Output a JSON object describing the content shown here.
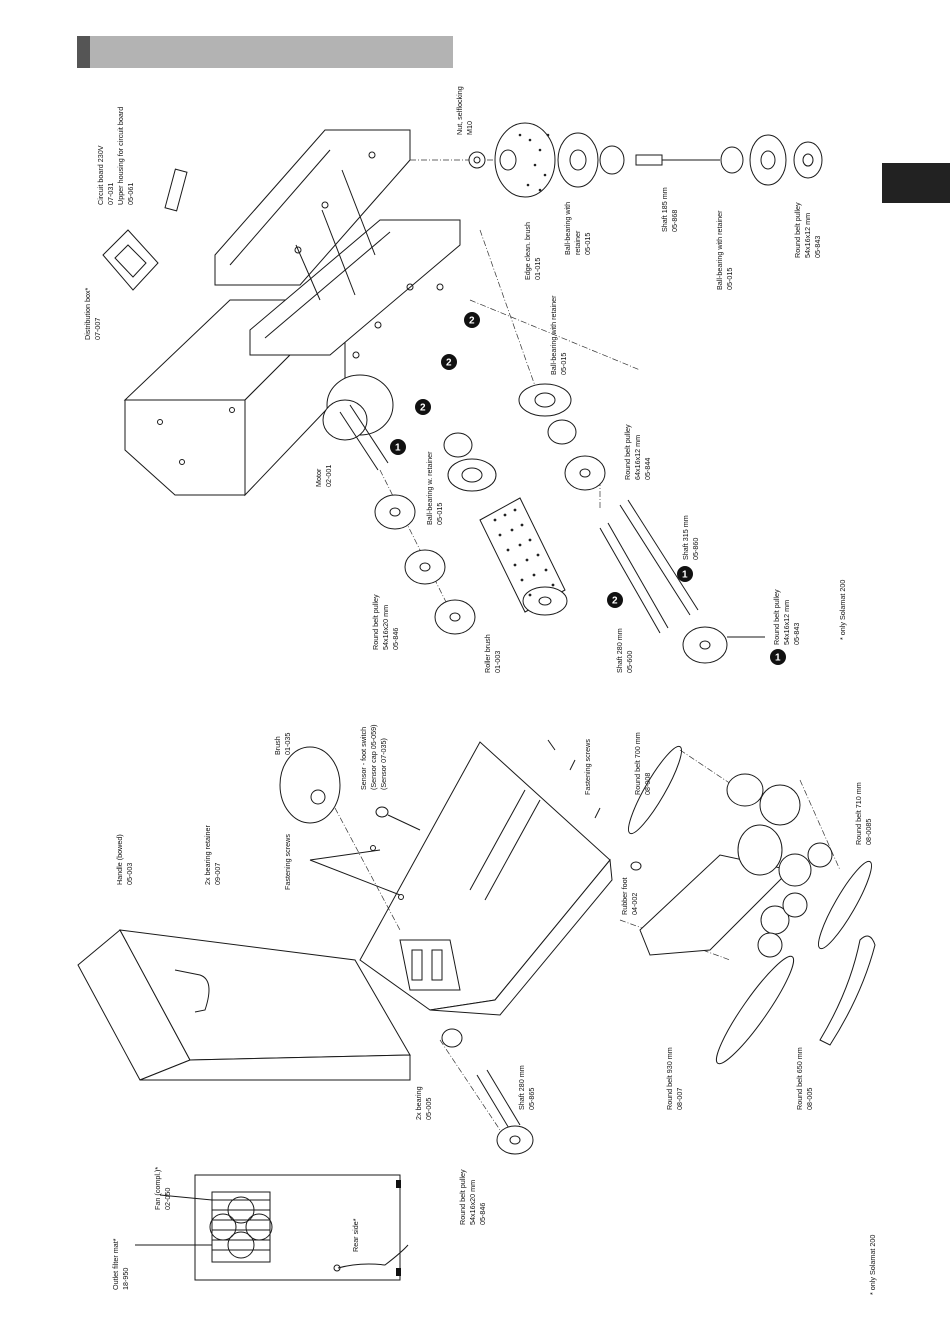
{
  "labels": {
    "distribution_box": [
      "Distribution box*",
      "07-007"
    ],
    "circuit_board": [
      "Circuit board 230V",
      "07-031",
      "Upper housing for circuit board",
      "05-061"
    ],
    "nut": [
      "Nut, selflocking",
      "M10"
    ],
    "edge_brush": [
      "Edge clean. brush",
      "01-015"
    ],
    "bb_retainer_top": [
      "Ball-bearing with",
      "retainer",
      "05-015"
    ],
    "shaft_185": [
      "Shaft 185 mm",
      "05-868"
    ],
    "bb_retainer_right": [
      "Ball-bearing with retainer",
      "05-015"
    ],
    "pulley_right": [
      "Round belt pulley",
      "54x16x12 mm",
      "05-843"
    ],
    "bb_retainer_mid": [
      "Ball-bearing with retainer",
      "05-015"
    ],
    "pulley_64": [
      "Round belt pulley",
      "64x16x12 mm",
      "05-844"
    ],
    "motor": [
      "Motor",
      "02-001"
    ],
    "bb_w_retainer": [
      "Ball-bearing w. retainer",
      "05-015"
    ],
    "pulley_left": [
      "Round belt pulley",
      "54x16x20 mm",
      "05-846"
    ],
    "roller_brush": [
      "Roller brush",
      "01-003"
    ],
    "shaft_280_top": [
      "Shaft 280 mm",
      "05-600"
    ],
    "shaft_315": [
      "Shaft 315 mm",
      "05-860"
    ],
    "pulley_bottom": [
      "Round belt pulley",
      "54x16x12 mm",
      "05-843"
    ],
    "only_top": [
      "* only Solamat 200"
    ],
    "brush": [
      "Brush",
      "01-035"
    ],
    "sensor": [
      "Sensor - foot switch",
      "(Sensor cap 05-059)",
      "(Sensor 07-035)"
    ],
    "fastening_right": [
      "Fastening screws"
    ],
    "handle": [
      "Handle (bowed)",
      "05-003"
    ],
    "bearing_retainer": [
      "2x bearing retainer",
      "09-007"
    ],
    "fastening_left": [
      "Fastening screws"
    ],
    "round_belt_700": [
      "Round belt 700 mm",
      "08-008"
    ],
    "round_belt_710": [
      "Round belt 710 mm",
      "08-0085"
    ],
    "rubber_foot": [
      "Rubber foot",
      "04-002"
    ],
    "fan": [
      "Fan (compl.)*",
      "02-050"
    ],
    "outlet_filter": [
      "Outlet filter mat*",
      "18-950"
    ],
    "rear_side": [
      "Rear side*"
    ],
    "bearing_2x": [
      "2x bearing",
      "05-005"
    ],
    "shaft_280_bottom": [
      "Shaft 280 mm",
      "05-865"
    ],
    "pulley_bottom_left": [
      "Round belt pulley",
      "54x16x20 mm",
      "05-846"
    ],
    "round_belt_930": [
      "Round belt 930 mm",
      "08-007"
    ],
    "round_belt_650": [
      "Round belt 650 mm",
      "08-005"
    ],
    "only_bottom": [
      "* only Solamat 200"
    ]
  },
  "markers": [
    "1",
    "2"
  ]
}
